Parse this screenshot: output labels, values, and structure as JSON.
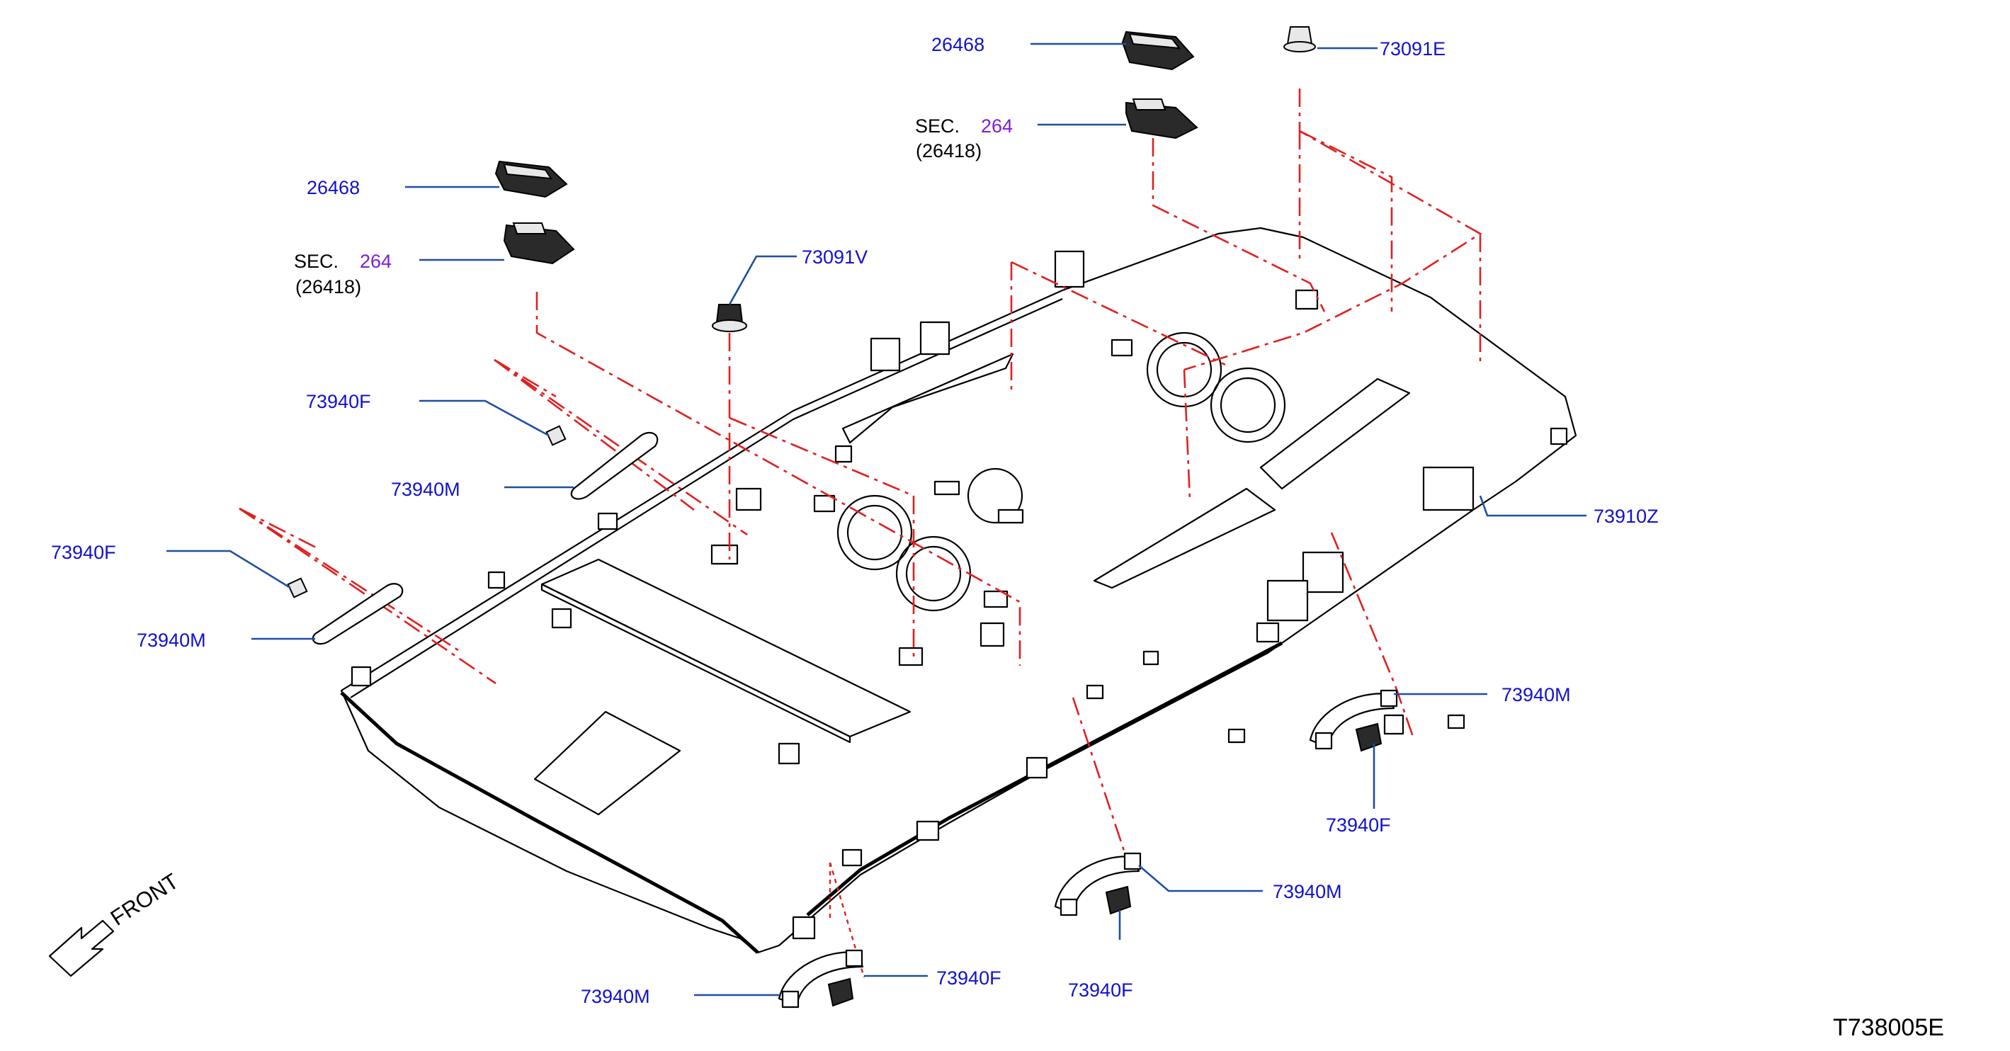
{
  "diagram": {
    "reference_code": "T738005E",
    "orientation_label": "FRONT",
    "parts": {
      "headlining": "73910Z",
      "clip_top": "73091E",
      "clip_mid": "73091V",
      "lamp_rear": "26468",
      "lamp_front": "26468",
      "sec_prefix_rear": "SEC.",
      "sec_num_rear": "264",
      "sec_sub_rear": "(26418)",
      "sec_prefix_front": "SEC.",
      "sec_num_front": "264",
      "sec_sub_front": "(26418)",
      "grip_left_upper": "73940M",
      "cap_left_upper": "73940F",
      "grip_left_lower": "73940M",
      "cap_left_lower": "73940F",
      "grip_right_rear": "73940M",
      "cap_right_rear": "73940F",
      "grip_right_mid": "73940M",
      "cap_right_mid": "73940F",
      "grip_right_front": "73940M",
      "cap_right_front": "73940F"
    }
  },
  "colors": {
    "label": "#1111cc",
    "section_ref": "#7a1fd6",
    "leader": "#1f4fa0",
    "phantom_line": "#e02020"
  }
}
